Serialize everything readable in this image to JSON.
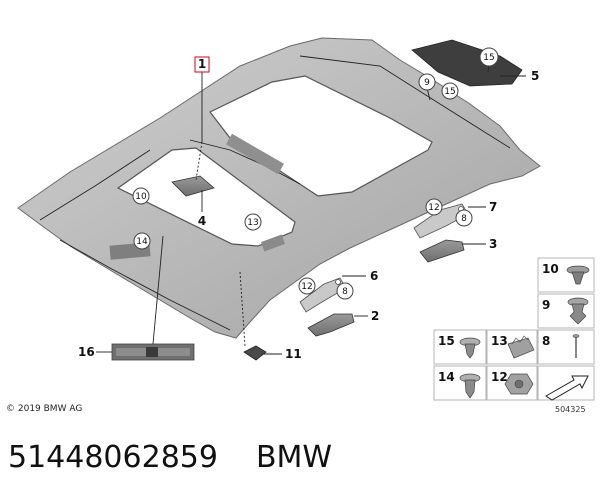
{
  "diagram": {
    "callouts": [
      {
        "id": "c15a",
        "text": "15"
      },
      {
        "id": "c9a",
        "text": "9"
      },
      {
        "id": "c15b",
        "text": "15"
      },
      {
        "id": "c10",
        "text": "10"
      },
      {
        "id": "c13",
        "text": "13"
      },
      {
        "id": "c14",
        "text": "14"
      },
      {
        "id": "c12a",
        "text": "12"
      },
      {
        "id": "c8a",
        "text": "8"
      },
      {
        "id": "c12b",
        "text": "12"
      },
      {
        "id": "c8b",
        "text": "8"
      }
    ],
    "part_labels": [
      {
        "id": "l1",
        "text": "1"
      },
      {
        "id": "l4",
        "text": "4"
      },
      {
        "id": "l5",
        "text": "5"
      },
      {
        "id": "l7",
        "text": "7"
      },
      {
        "id": "l3",
        "text": "3"
      },
      {
        "id": "l6",
        "text": "6"
      },
      {
        "id": "l2",
        "text": "2"
      },
      {
        "id": "l11",
        "text": "11"
      },
      {
        "id": "l16",
        "text": "16"
      }
    ],
    "legend": [
      {
        "id": "g10",
        "text": "10"
      },
      {
        "id": "g9",
        "text": "9"
      },
      {
        "id": "g15",
        "text": "15"
      },
      {
        "id": "g13",
        "text": "13"
      },
      {
        "id": "g8",
        "text": "8"
      },
      {
        "id": "g14",
        "text": "14"
      },
      {
        "id": "g12",
        "text": "12"
      }
    ],
    "copyright": "© 2019 BMW AG",
    "image_id": "504325"
  },
  "footer": {
    "part_number": "51448062859",
    "brand": "BMW"
  }
}
